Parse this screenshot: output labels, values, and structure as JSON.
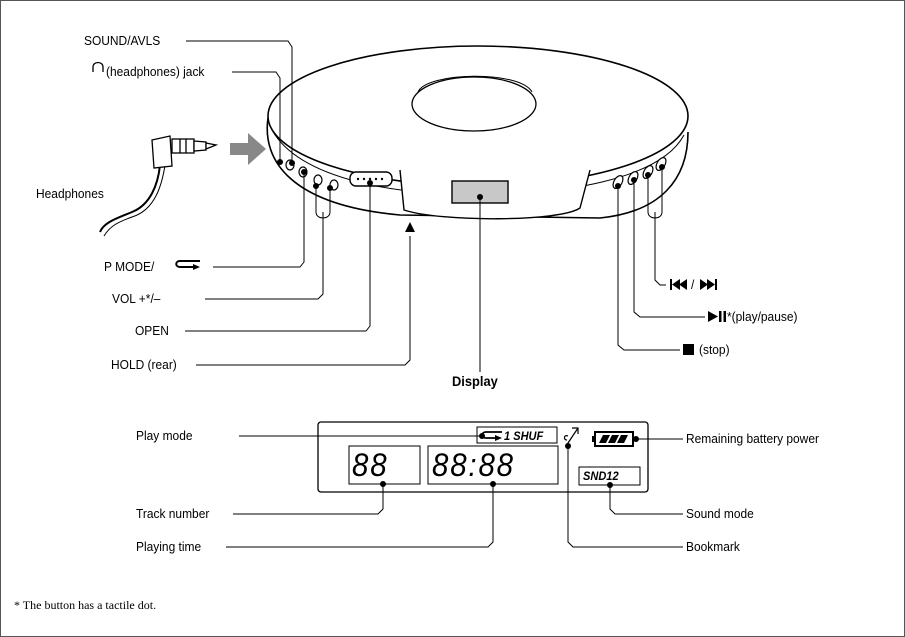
{
  "labels": {
    "sound_avls": "SOUND/AVLS",
    "headphones_jack": "(headphones) jack",
    "headphones": "Headphones",
    "p_mode": "P MODE/",
    "vol": "VOL +*/–",
    "open": "OPEN",
    "hold": "HOLD (rear)",
    "display": "Display",
    "prev_next": "/",
    "play_pause": "*(play/pause)",
    "stop": "(stop)",
    "play_mode": "Play mode",
    "track_number": "Track number",
    "playing_time": "Playing time",
    "remaining_battery": "Remaining battery power",
    "sound_mode": "Sound mode",
    "bookmark": "Bookmark"
  },
  "lcd": {
    "shuffle": "1 SHUF",
    "track_digits": "88",
    "time_digits": "88:88",
    "sound_mode": "SND12"
  },
  "footnote": "* The button has a tactile dot.",
  "icons": [
    "headphones-icon",
    "repeat-arrow-icon",
    "prev-next-icon",
    "play-pause-icon",
    "stop-icon",
    "battery-icon",
    "bookmark-icon"
  ]
}
